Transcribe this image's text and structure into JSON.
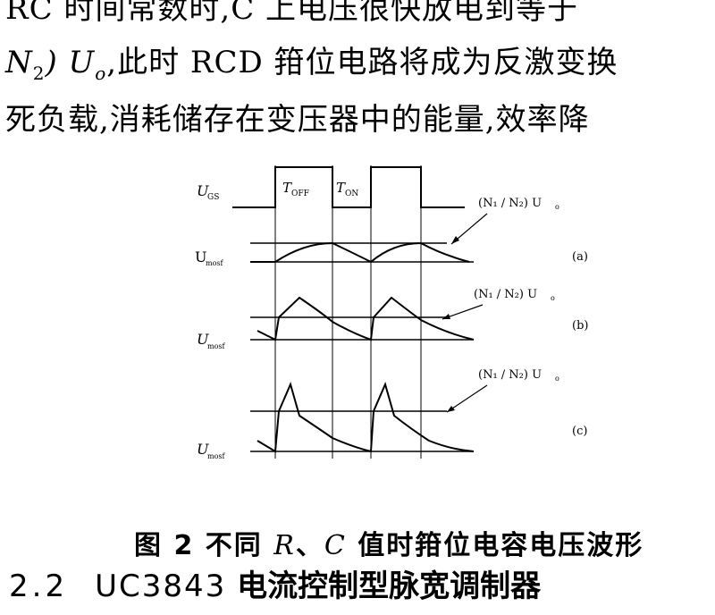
{
  "text": {
    "line0": "RC 时间常数时,C 上电压很快放电到等于",
    "line1_a": "N",
    "line1_sub": "2",
    "line1_b": ") U",
    "line1_sub2": "o",
    "line1_c": ",此时 RCD 箝位电路将成为反激变换",
    "line2": "死负载,消耗储存在变压器中的能量,效率降"
  },
  "figure": {
    "label_ugs": "U",
    "label_ugs_sub": "GS",
    "label_toff": "T",
    "label_toff_sub": "OFF",
    "label_ton": "T",
    "label_ton_sub": "ON",
    "label_umos": "U",
    "label_umos_sub": "mosf",
    "annot": "(N₁ / N₂) U",
    "annot_sub": "o",
    "panel_a": "(a)",
    "panel_b": "(b)",
    "panel_c": "(c)"
  },
  "caption": {
    "prefix": "图 2   不同 ",
    "italic": "R",
    "sep": "、",
    "italic2": "C",
    "suffix": " 值时箝位电容电压波形"
  },
  "section": {
    "num": "2.2",
    "chip": "UC3843",
    "title": " 电流控制型脉宽调制器"
  }
}
